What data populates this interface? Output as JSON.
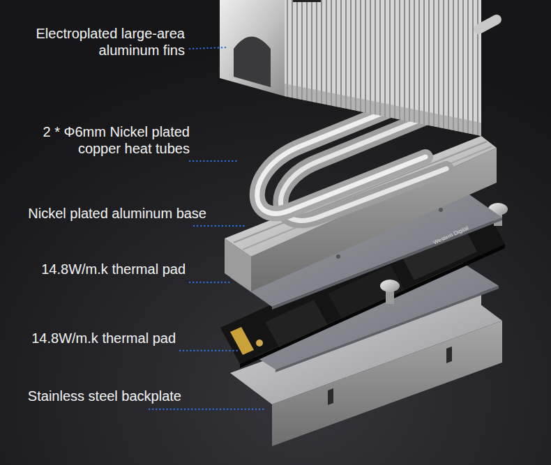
{
  "diagram": {
    "labels": [
      "Electroplated large-area aluminum fins",
      "2 * Φ6mm Nickel plated copper heat tubes",
      "Nickel plated aluminum base",
      "14.8W/m.k thermal pad",
      "14.8W/m.k thermal pad",
      "Stainless steel backplate",
      "Western Digital"
    ]
  }
}
